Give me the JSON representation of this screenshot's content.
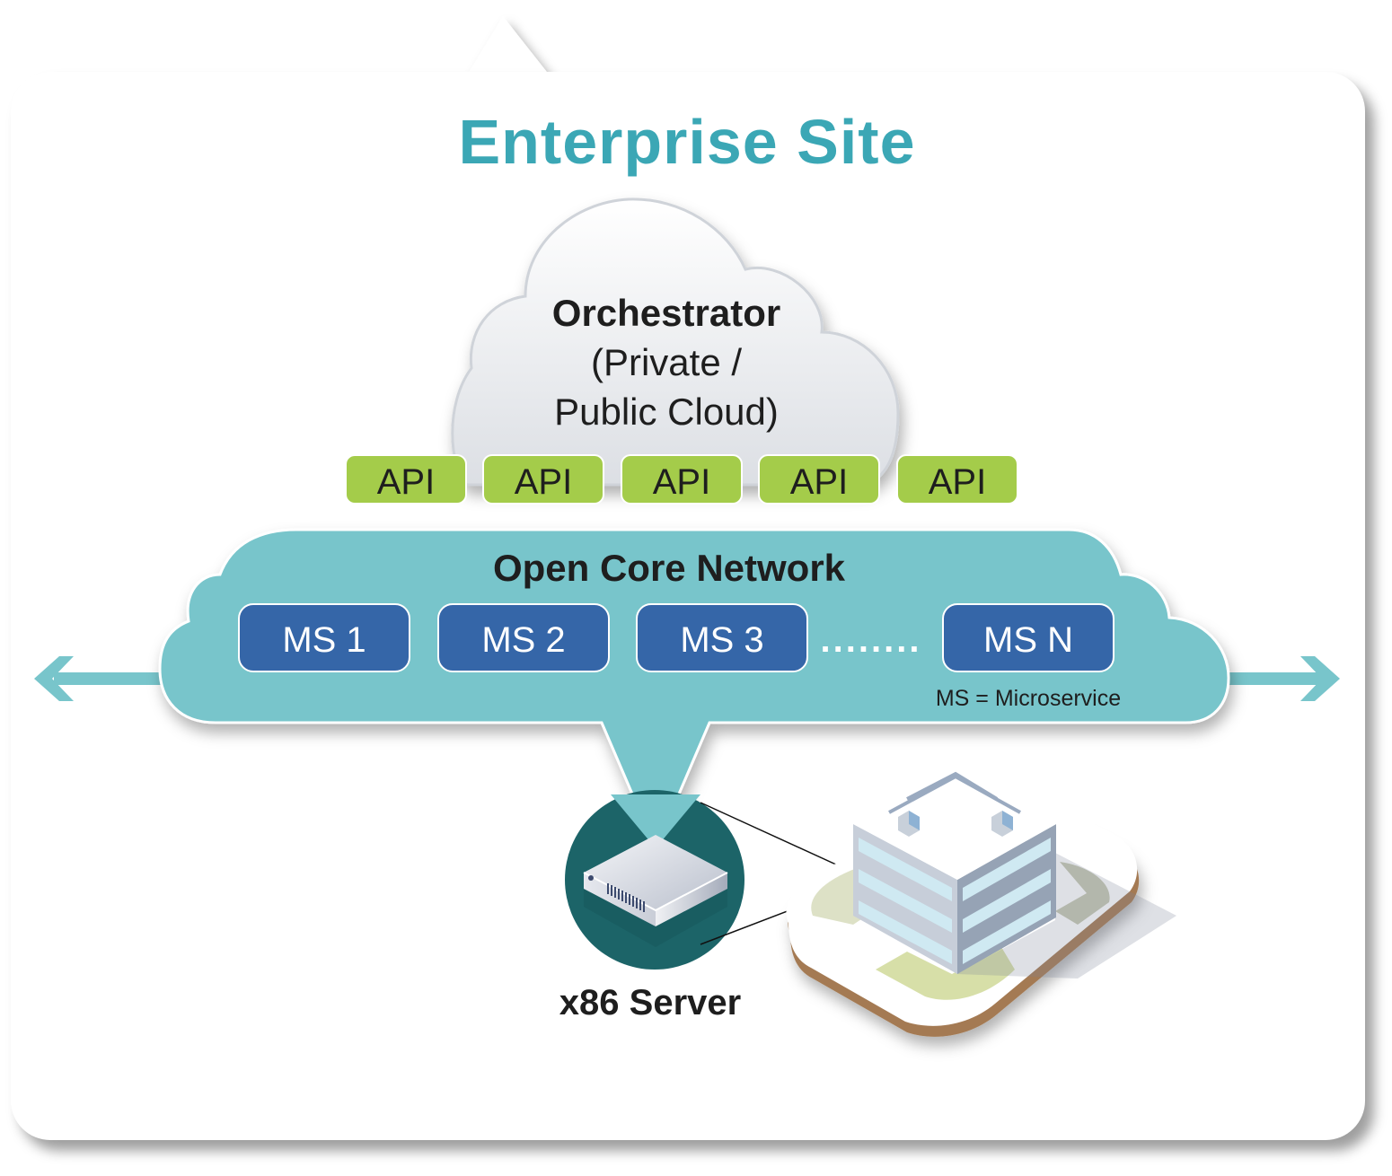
{
  "title": "Enterprise Site",
  "orchestrator": {
    "name": "Orchestrator",
    "line2": "(Private /",
    "line3": "Public Cloud)"
  },
  "apis": [
    "API",
    "API",
    "API",
    "API",
    "API"
  ],
  "network": {
    "title": "Open Core Network",
    "microservices": [
      "MS 1",
      "MS 2",
      "MS 3",
      "MS N"
    ],
    "ellipsis": "........",
    "legend": "MS = Microservice"
  },
  "server": {
    "label": "x86 Server"
  },
  "colors": {
    "title": "#3ba7b5",
    "network_fill": "#78c5cb",
    "ms_fill": "#3566a8",
    "api_fill": "#a4cc4a",
    "server_circle": "#1c6468",
    "cloud_fill": "#e4e6ea"
  }
}
